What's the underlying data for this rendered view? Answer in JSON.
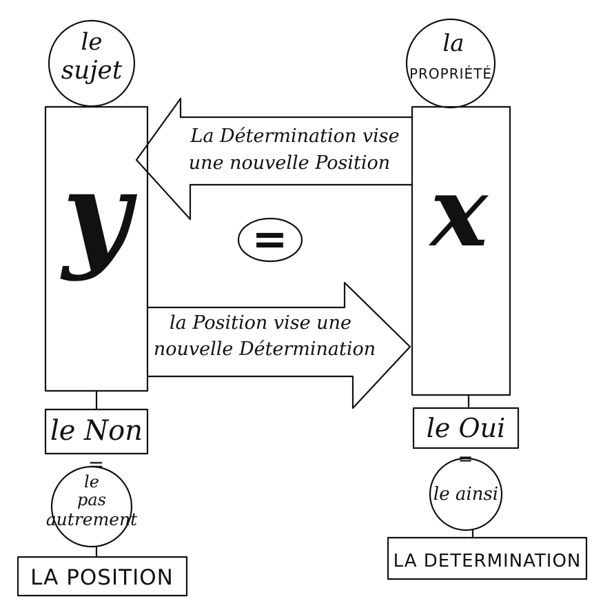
{
  "left_column": {
    "circle_top": [
      "le",
      "sujet"
    ],
    "variable": "y",
    "label_box": "le Non",
    "equals": "=",
    "circle_bottom": [
      "le",
      "pas",
      "autrement"
    ],
    "bottom_box": "LA POSITION"
  },
  "right_column": {
    "circle_top": [
      "la",
      "PROPRIÉTÉ"
    ],
    "variable": "x",
    "label_box": "le Oui",
    "equals": "=",
    "circle_bottom": [
      "le ainsi"
    ],
    "bottom_box": "LA DETERMINATION"
  },
  "center_equals": "=",
  "arrow_left": [
    "La Détermination vise",
    "une nouvelle Position"
  ],
  "arrow_right": [
    "la Position vise une",
    "nouvelle Détermination"
  ]
}
